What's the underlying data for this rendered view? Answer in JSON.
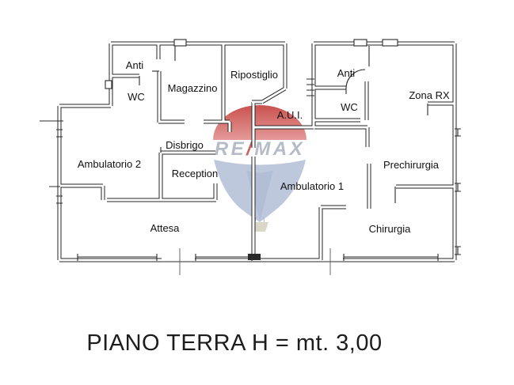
{
  "plan": {
    "caption": "PIANO TERRA H = mt. 3,00",
    "rooms": [
      {
        "id": "anti-left",
        "label": "Anti"
      },
      {
        "id": "wc-left",
        "label": "WC"
      },
      {
        "id": "magazzino",
        "label": "Magazzino"
      },
      {
        "id": "ripostiglio",
        "label": "Ripostiglio"
      },
      {
        "id": "aui",
        "label": "A.U.I."
      },
      {
        "id": "anti-right",
        "label": "Anti"
      },
      {
        "id": "wc-right",
        "label": "WC"
      },
      {
        "id": "zona-rx",
        "label": "Zona RX"
      },
      {
        "id": "ambulatorio-2",
        "label": "Ambulatorio 2"
      },
      {
        "id": "disbrigo",
        "label": "Disbrigo"
      },
      {
        "id": "reception",
        "label": "Reception"
      },
      {
        "id": "ambulatorio-1",
        "label": "Ambulatorio 1"
      },
      {
        "id": "prechirurgia",
        "label": "Prechirurgia"
      },
      {
        "id": "attesa",
        "label": "Attesa"
      },
      {
        "id": "chirurgia",
        "label": "Chirurgia"
      }
    ]
  },
  "watermark": {
    "brand": "RE/MAX",
    "part_re": "RE",
    "part_slash": "/",
    "part_max": "MAX",
    "colors": {
      "balloon_red": "#c8423f",
      "balloon_red_light": "#e2908e",
      "balloon_blue": "#b7c3d9",
      "balloon_blue_dark": "#a9b7d2",
      "text_gray": "#a6adbb",
      "slash_red": "#c5403d",
      "basket": "#d8d3c3"
    }
  },
  "colors": {
    "wall": "#252525",
    "background": "#ffffff",
    "label_text": "#121212",
    "caption_text": "#1d1d1d"
  }
}
